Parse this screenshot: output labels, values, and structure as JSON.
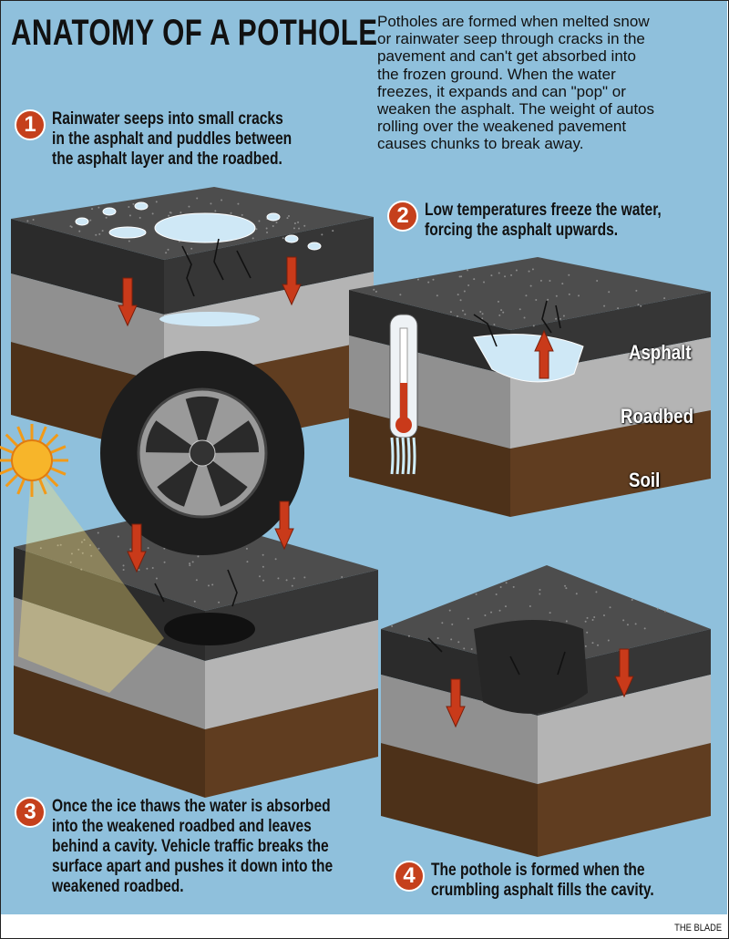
{
  "title": "ANATOMY OF A POTHOLE",
  "intro_lines": [
    "Potholes are formed when melted snow",
    "or rainwater seep through cracks in the",
    "pavement and can't get absorbed into",
    "the frozen ground. When the water",
    "freezes, it expands and can \"pop\" or",
    "weaken the asphalt. The weight of autos",
    "rolling over the weakened pavement",
    "causes chunks to break away."
  ],
  "steps": [
    {
      "number": "1",
      "lines": [
        "Rainwater seeps into small cracks",
        "in the asphalt and puddles between",
        "the asphalt layer and the roadbed."
      ]
    },
    {
      "number": "2",
      "lines": [
        "Low temperatures freeze the water,",
        "forcing the asphalt upwards."
      ]
    },
    {
      "number": "3",
      "lines": [
        "Once the ice thaws the water is absorbed",
        "into the weakened roadbed and leaves",
        "behind a cavity. Vehicle traffic breaks the",
        "surface apart and pushes it down into the",
        "weakened roadbed."
      ]
    },
    {
      "number": "4",
      "lines": [
        "The pothole is formed when the",
        "crumbling asphalt fills the cavity."
      ]
    }
  ],
  "layer_labels": {
    "asphalt": "Asphalt",
    "roadbed": "Roadbed",
    "soil": "Soil"
  },
  "credit": "THE BLADE",
  "colors": {
    "background": "#8fc0dc",
    "accent": "#c5401c",
    "asphalt": "#3c3c3c",
    "roadbed": "#c8c8c8",
    "soil": "#6b4423",
    "water": "#cfe8f6"
  }
}
